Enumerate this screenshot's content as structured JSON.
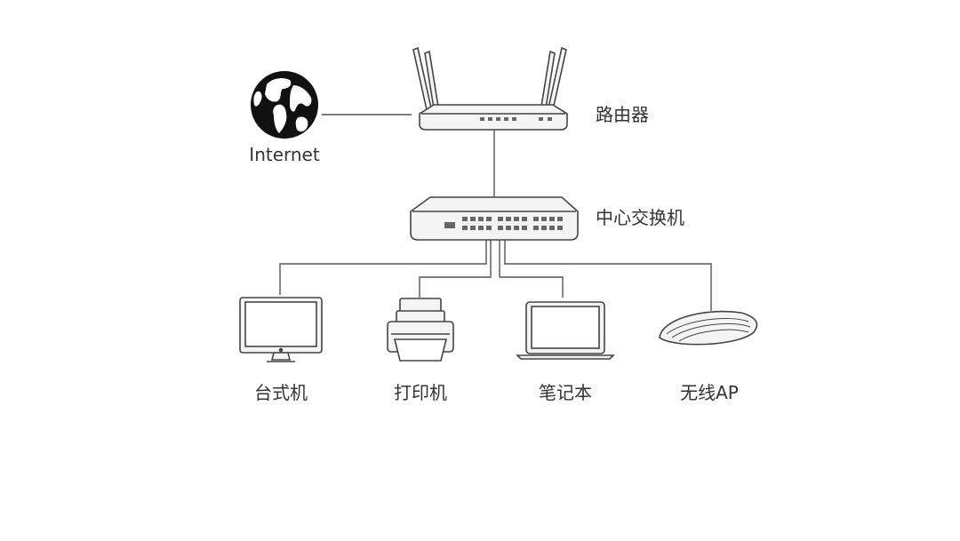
{
  "nodes": {
    "internet": {
      "label": "Internet"
    },
    "router": {
      "label": "路由器"
    },
    "switch": {
      "label": "中心交换机"
    },
    "desktop": {
      "label": "台式机"
    },
    "printer": {
      "label": "打印机"
    },
    "laptop": {
      "label": "笔记本"
    },
    "ap": {
      "label": "无线AP"
    }
  },
  "colors": {
    "line": "#555555",
    "device_stroke": "#444444",
    "device_fill": "#f4f4f4",
    "text": "#333333"
  }
}
